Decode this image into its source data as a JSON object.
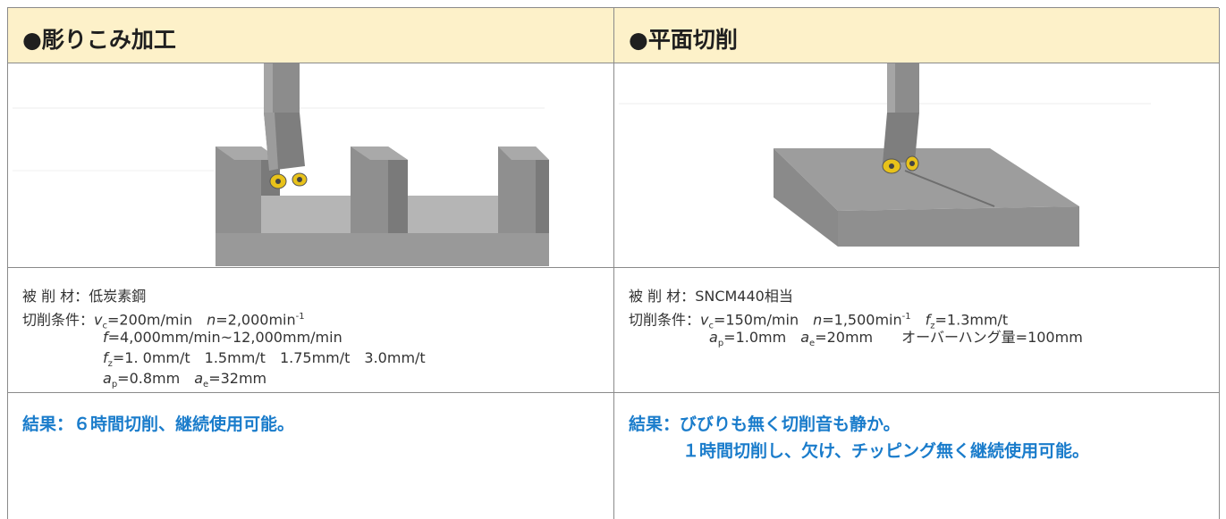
{
  "left": {
    "title": "●彫りこみ加工",
    "cond_label_material": "被 削 材：",
    "material": "低炭素鋼",
    "cond_label_conditions": "切削条件：",
    "vc_sym": "v",
    "vc_sub": "c",
    "vc_val": "=200m/min",
    "n_sym": "n",
    "n_val": "=2,000min",
    "n_sup": "-1",
    "f_sym": "f",
    "f_val": "=4,000mm/min~12,000mm/min",
    "fz_sym": "f",
    "fz_sub": "z",
    "fz_val": "=1. 0mm/t　1.5mm/t　1.75mm/t　3.0mm/t",
    "ap_sym": "a",
    "ap_sub": "p",
    "ap_val": "=0.8mm",
    "ae_sym": "a",
    "ae_sub": "e",
    "ae_val": "=32mm",
    "result": "結果：６時間切削、継続使用可能。"
  },
  "right": {
    "title": "●平面切削",
    "cond_label_material": "被 削 材：",
    "material": "SNCM440相当",
    "cond_label_conditions": "切削条件：",
    "vc_sym": "v",
    "vc_sub": "c",
    "vc_val": "=150m/min",
    "n_sym": "n",
    "n_val": "=1,500min",
    "n_sup": "-1",
    "fz_sym": "f",
    "fz_sub": "z",
    "fz_val": "=1.3mm/t",
    "ap_sym": "a",
    "ap_sub": "p",
    "ap_val": "=1.0mm",
    "ae_sym": "a",
    "ae_sub": "e",
    "ae_val": "=20mm",
    "overhang": "オーバーハング量=100mm",
    "result_line1": "結果：びびりも無く切削音も静か。",
    "result_line2": "１時間切削し、欠け、チッピング無く継続使用可能。"
  },
  "colors": {
    "header_bg": "#fdf1c9",
    "result_text": "#1a7ccb",
    "border": "#8a8a8a",
    "block_gray": "#8f8f8f",
    "insert_yellow": "#e8c21a"
  }
}
